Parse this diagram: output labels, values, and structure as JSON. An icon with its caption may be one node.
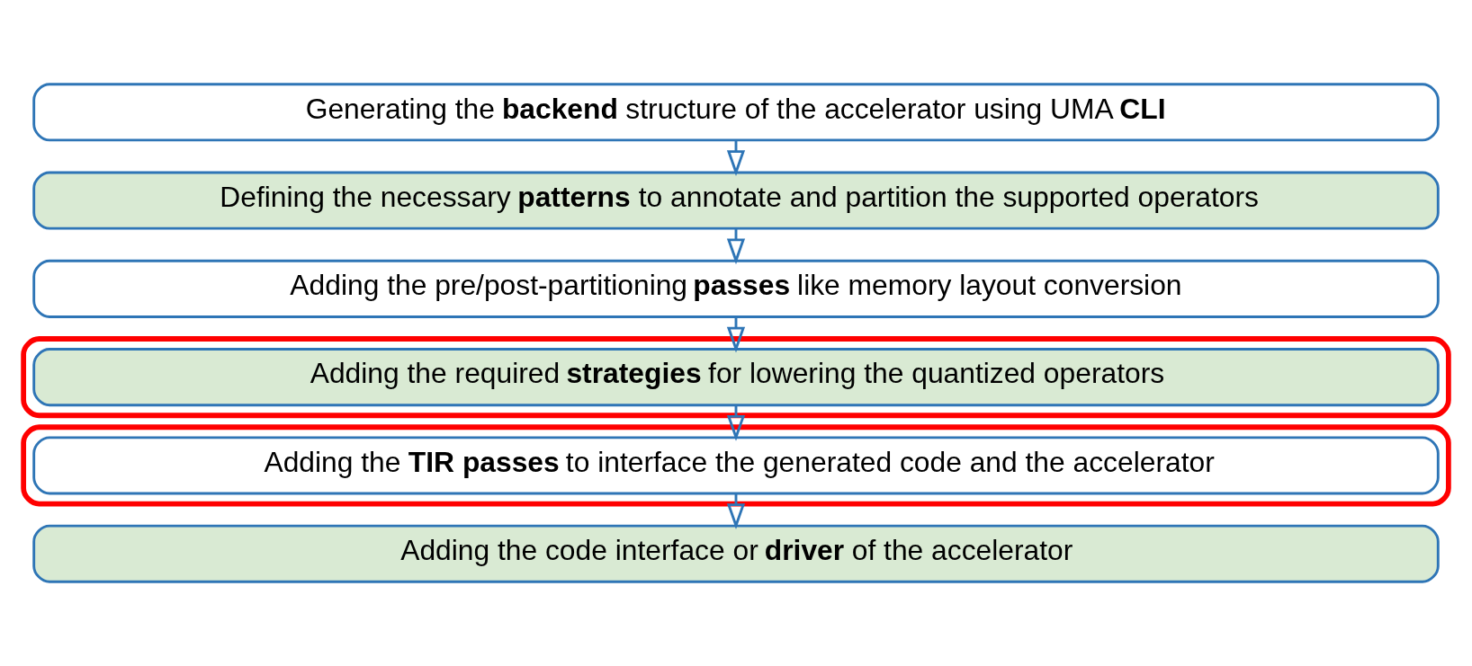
{
  "diagram": {
    "nodes": [
      {
        "text": [
          "Generating the **backend** structure of the accelerator using UMA **CLI**"
        ]
      },
      {
        "text": [
          "Defining the necessary **patterns** to annotate and partition the supported operators"
        ]
      },
      {
        "text": [
          "Adding the pre/post-partitioning **passes** like memory layout conversion"
        ]
      },
      {
        "text": [],
        "shape": "box"
      },
      {
        "text": [
          "Adding the required **strategies** for lowering the quantized operators"
        ],
        "in": 3
      },
      {
        "text": [],
        "shape": "box"
      },
      {
        "text": [
          "Adding the **TIR passes** to interface the generated code and the accelerator"
        ],
        "in": 5
      },
      {
        "text": [
          "Adding the code interface or **driver** of the accelerator"
        ]
      }
    ],
    "edges": [
      {
        "from": 0,
        "to": 1,
        "arrow": "to"
      },
      {
        "from": 1,
        "to": 2,
        "arrow": "to"
      },
      {
        "from": 2,
        "to": 4,
        "arrow": "to"
      },
      {
        "from": 4,
        "to": 6,
        "arrow": "to"
      },
      {
        "from": 6,
        "to": 7,
        "arrow": "to"
      }
    ]
  }
}
